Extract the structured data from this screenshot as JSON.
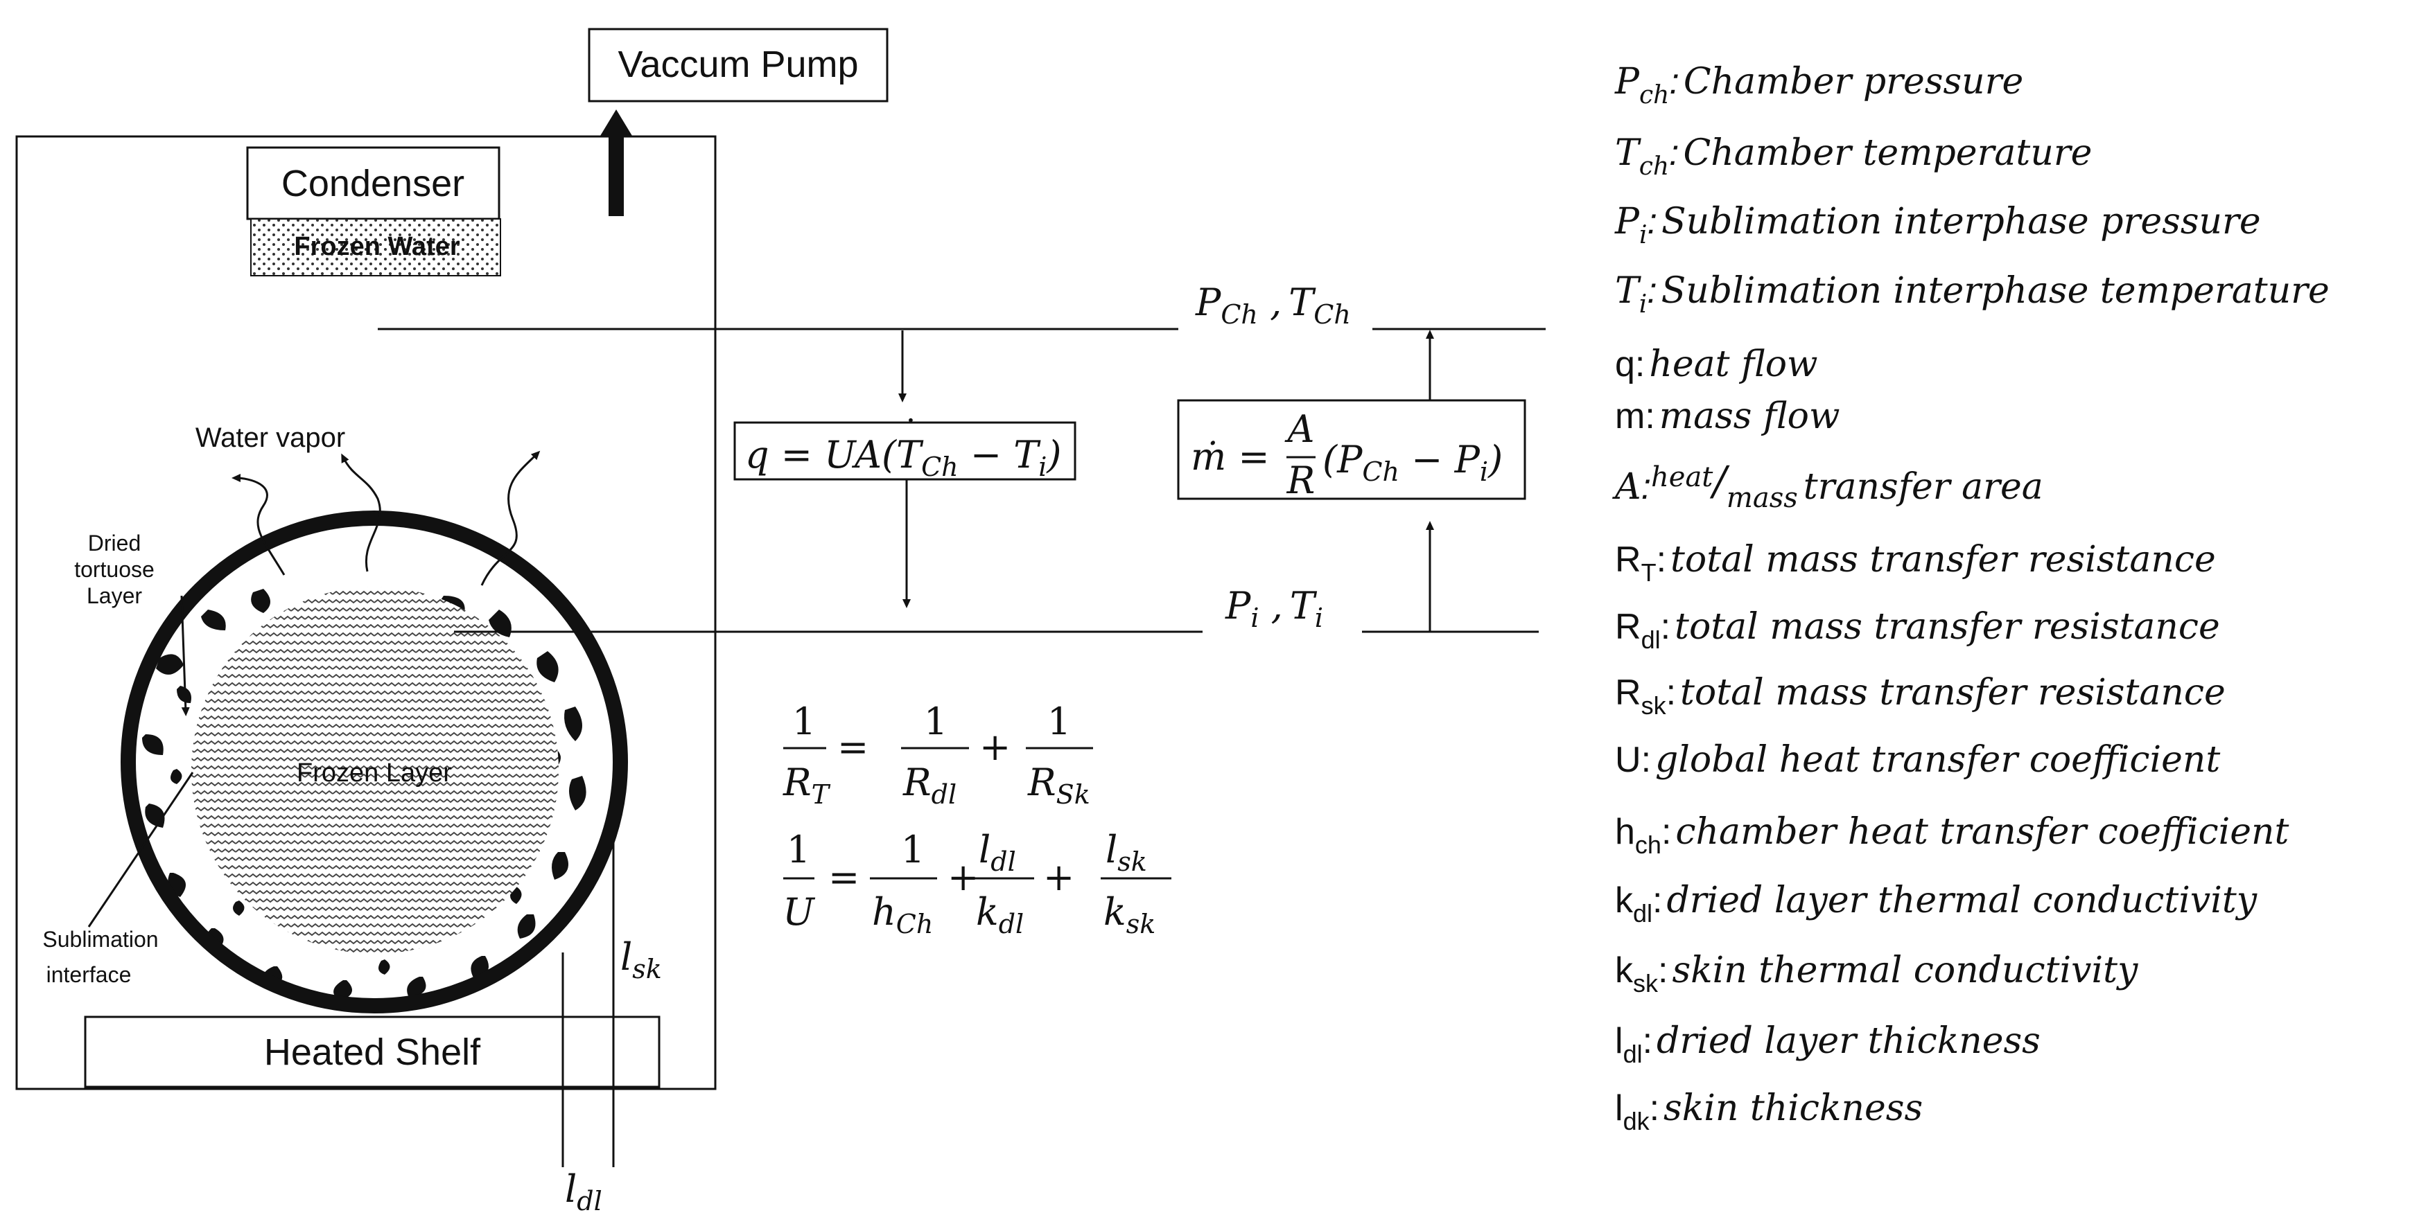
{
  "pump": {
    "label": "Vaccum Pump"
  },
  "condenser": {
    "label": "Condenser",
    "frozen_water": "Frozen Water"
  },
  "shelf": {
    "label": "Heated Shelf"
  },
  "vial": {
    "water_vapor": "Water vapor",
    "dried_layer": [
      "Dried",
      "tortuose",
      "Layer"
    ],
    "frozen_layer": "Frozen Layer",
    "sublimation": [
      "Sublimation",
      "interface"
    ],
    "l_sk": {
      "base": "l",
      "sub": "sk"
    },
    "l_dl": {
      "base": "l",
      "sub": "dl"
    }
  },
  "levels": {
    "chamber": {
      "p": "P",
      "p_sub": "Ch",
      "sep": " ,",
      "t": "T",
      "t_sub": "Ch"
    },
    "interface": {
      "p": "P",
      "p_sub": "i",
      "sep": " ,",
      "t": "T",
      "t_sub": "i"
    }
  },
  "equations": {
    "heat": {
      "lhs": "q = UA(",
      "dot": "·",
      "t1": "T",
      "t1_sub": "Ch",
      "minus": " − ",
      "t2": "T",
      "t2_sub": "i",
      "close": ")"
    },
    "mass": {
      "m": "ṁ",
      "eq": " = ",
      "num": "A",
      "den": "R",
      "open": "(",
      "p1": "P",
      "p1_sub": "Ch",
      "minus": " − ",
      "p2": "P",
      "p2_sub": "i",
      "close": ")"
    },
    "resistance": {
      "one": "1",
      "rt": "R",
      "rt_sub": "T",
      "eq": "=",
      "rdl": "R",
      "rdl_sub": "dl",
      "plus": "+",
      "rsk": "R",
      "rsk_sub": "Sk"
    },
    "global_u": {
      "one": "1",
      "u": "U",
      "eq": "=",
      "hch": "h",
      "hch_sub": "Ch",
      "plus": "+",
      "ldl": "l",
      "ldl_sub": "dl",
      "kdl": "k",
      "kdl_sub": "dl",
      "lsk": "l",
      "lsk_sub": "sk",
      "ksk": "k",
      "ksk_sub": "sk"
    }
  },
  "legend": [
    {
      "sym": "P",
      "sub": "ch",
      "desc": "Chamber pressure",
      "sym_style": "italic"
    },
    {
      "sym": "T",
      "sub": "ch",
      "desc": "Chamber temperature",
      "sym_style": "italic"
    },
    {
      "sym": "P",
      "sub": "i",
      "desc": "Sublimation interphase pressure",
      "sym_style": "italic"
    },
    {
      "sym": "T",
      "sub": "i",
      "desc": "Sublimation interphase temperature",
      "sym_style": "italic"
    },
    {
      "sym": "q",
      "sub": "",
      "desc": "heat flow",
      "sym_style": "plain"
    },
    {
      "sym": "m",
      "sub": "",
      "desc": "mass flow",
      "sym_style": "plain"
    },
    {
      "sym": "A",
      "sub": "",
      "desc": "transfer area",
      "sym_style": "italic",
      "frac_top": "heat",
      "frac_slash": "/",
      "frac_bottom": "mass"
    },
    {
      "sym": "R",
      "sub": "T",
      "desc": "total mass transfer resistance",
      "sym_style": "plain"
    },
    {
      "sym": "R",
      "sub": "dl",
      "desc": "total mass transfer resistance",
      "sym_style": "plain"
    },
    {
      "sym": "R",
      "sub": "sk",
      "desc": "total mass transfer resistance",
      "sym_style": "plain"
    },
    {
      "sym": "U",
      "sub": "",
      "desc": "global heat transfer coefficient",
      "sym_style": "plain"
    },
    {
      "sym": "h",
      "sub": "ch",
      "desc": "chamber heat transfer coefficient",
      "sym_style": "plain"
    },
    {
      "sym": "k",
      "sub": "dl",
      "desc": "dried layer thermal conductivity",
      "sym_style": "plain"
    },
    {
      "sym": "k",
      "sub": "sk",
      "desc": "skin  thermal conductivity",
      "sym_style": "plain"
    },
    {
      "sym": "l",
      "sub": "dl",
      "desc": "dried layer thickness",
      "sym_style": "plain"
    },
    {
      "sym": "l",
      "sub": "dk",
      "desc": "skin thickness",
      "sym_style": "plain"
    }
  ],
  "colors": {
    "ink": "#111111",
    "background": "#ffffff",
    "hatch": "#555555"
  }
}
